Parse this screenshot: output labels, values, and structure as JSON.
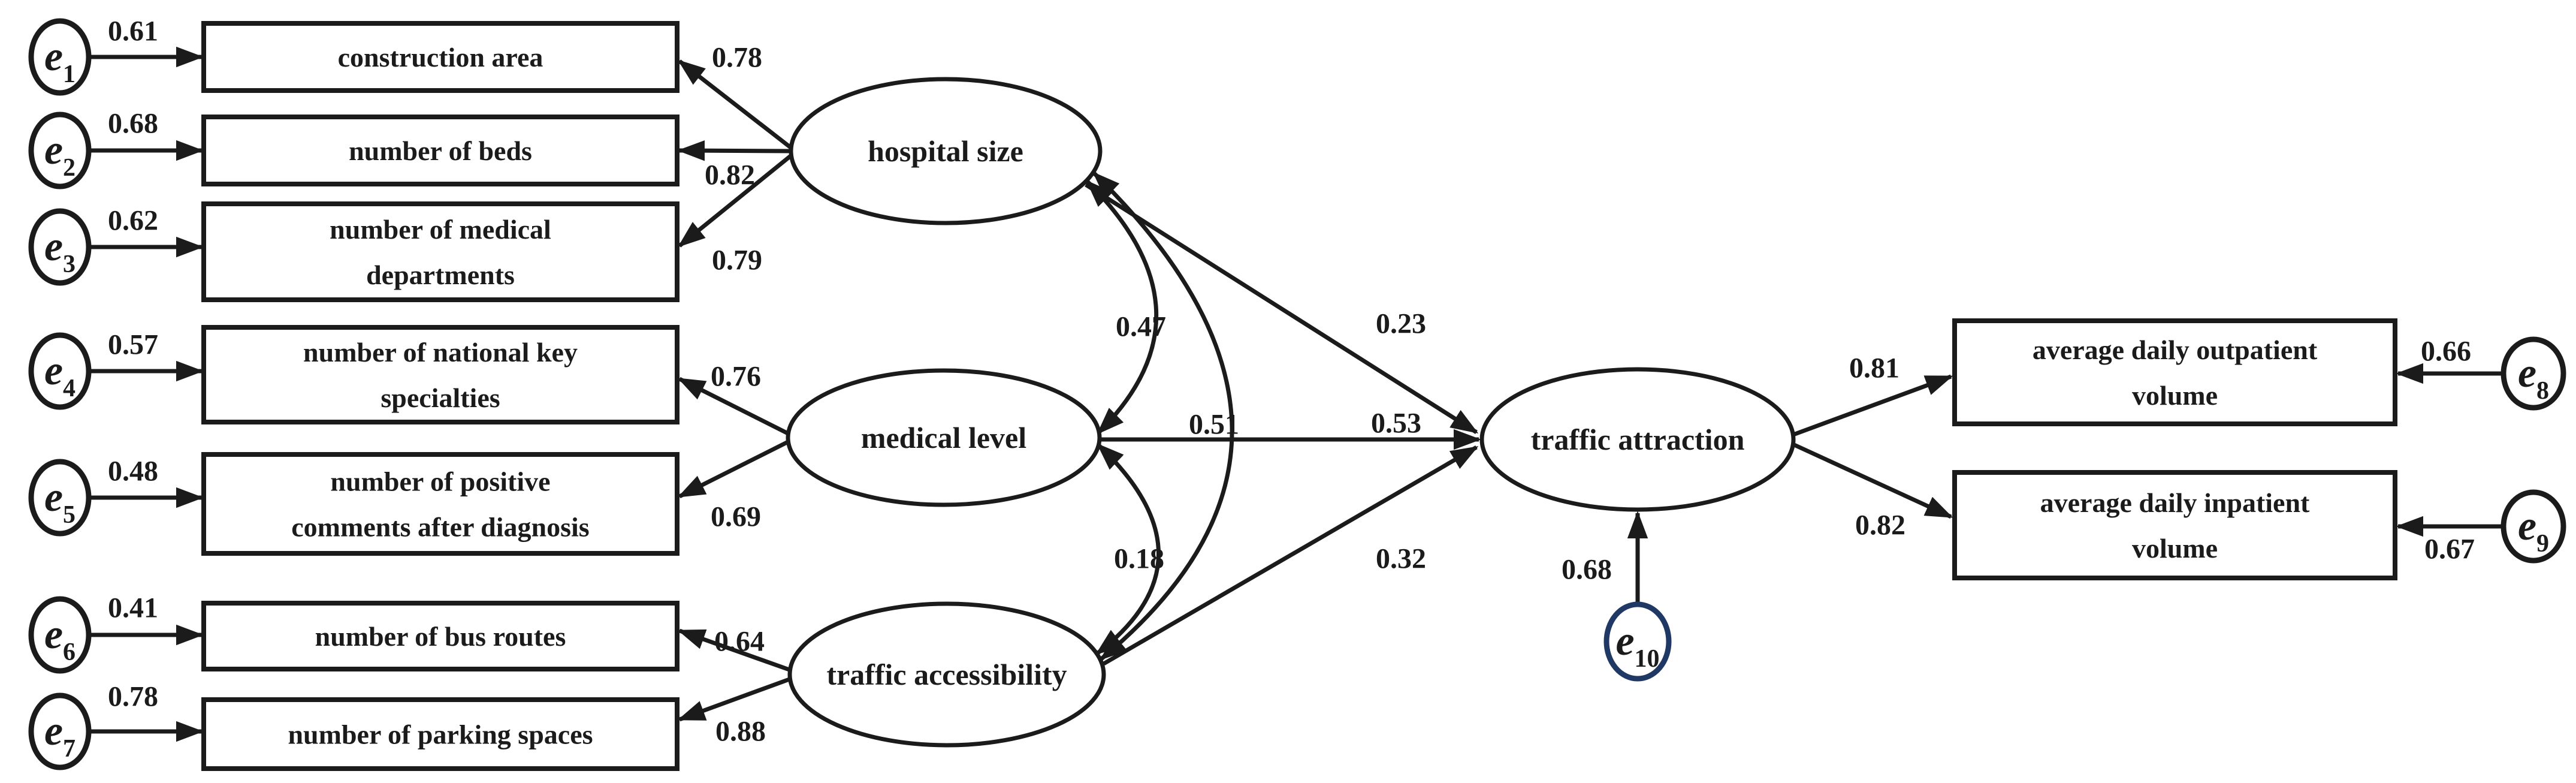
{
  "figure": {
    "kind": "structural-equation-model-path-diagram",
    "background": "#ffffff",
    "ink_color": "#1b1b1b",
    "e10_stroke_color": "#1f3864",
    "latent_variables": [
      {
        "id": "hospital_size",
        "label": "hospital size"
      },
      {
        "id": "medical_level",
        "label": "medical level"
      },
      {
        "id": "traffic_accessibility",
        "label": "traffic accessibility"
      },
      {
        "id": "traffic_attraction",
        "label": "traffic attraction"
      }
    ],
    "observed_variables": [
      {
        "id": "x1",
        "lines": [
          "construction area"
        ]
      },
      {
        "id": "x2",
        "lines": [
          "number of beds"
        ]
      },
      {
        "id": "x3",
        "lines": [
          "number of medical",
          "departments"
        ]
      },
      {
        "id": "x4",
        "lines": [
          "number of national key",
          "specialties"
        ]
      },
      {
        "id": "x5",
        "lines": [
          "number of positive",
          "comments after diagnosis"
        ]
      },
      {
        "id": "x6",
        "lines": [
          "number of bus routes"
        ]
      },
      {
        "id": "x7",
        "lines": [
          "number of parking spaces"
        ]
      },
      {
        "id": "y1",
        "lines": [
          "average daily outpatient",
          "volume"
        ]
      },
      {
        "id": "y2",
        "lines": [
          "average daily inpatient",
          "volume"
        ]
      }
    ],
    "error_terms": [
      {
        "id": "e1",
        "symbol": "e",
        "subscript": "1",
        "to": "x1",
        "value": "0.61"
      },
      {
        "id": "e2",
        "symbol": "e",
        "subscript": "2",
        "to": "x2",
        "value": "0.68"
      },
      {
        "id": "e3",
        "symbol": "e",
        "subscript": "3",
        "to": "x3",
        "value": "0.62"
      },
      {
        "id": "e4",
        "symbol": "e",
        "subscript": "4",
        "to": "x4",
        "value": "0.57"
      },
      {
        "id": "e5",
        "symbol": "e",
        "subscript": "5",
        "to": "x5",
        "value": "0.48"
      },
      {
        "id": "e6",
        "symbol": "e",
        "subscript": "6",
        "to": "x6",
        "value": "0.41"
      },
      {
        "id": "e7",
        "symbol": "e",
        "subscript": "7",
        "to": "x7",
        "value": "0.78"
      },
      {
        "id": "e8",
        "symbol": "e",
        "subscript": "8",
        "to": "y1",
        "value": "0.66"
      },
      {
        "id": "e9",
        "symbol": "e",
        "subscript": "9",
        "to": "y2",
        "value": "0.67"
      },
      {
        "id": "e10",
        "symbol": "e",
        "subscript": "10",
        "to": "traffic_attraction",
        "value": "0.68"
      }
    ],
    "factor_loadings": [
      {
        "from": "hospital_size",
        "to": "x1",
        "value": "0.78"
      },
      {
        "from": "hospital_size",
        "to": "x2",
        "value": "0.82"
      },
      {
        "from": "hospital_size",
        "to": "x3",
        "value": "0.79"
      },
      {
        "from": "medical_level",
        "to": "x4",
        "value": "0.76"
      },
      {
        "from": "medical_level",
        "to": "x5",
        "value": "0.69"
      },
      {
        "from": "traffic_accessibility",
        "to": "x6",
        "value": "0.64"
      },
      {
        "from": "traffic_accessibility",
        "to": "x7",
        "value": "0.88"
      },
      {
        "from": "traffic_attraction",
        "to": "y1",
        "value": "0.81"
      },
      {
        "from": "traffic_attraction",
        "to": "y2",
        "value": "0.82"
      }
    ],
    "structural_paths": [
      {
        "from": "hospital_size",
        "to": "traffic_attraction",
        "value": "0.23"
      },
      {
        "from": "medical_level",
        "to": "traffic_attraction",
        "value": "0.53"
      },
      {
        "from": "traffic_accessibility",
        "to": "traffic_attraction",
        "value": "0.32"
      }
    ],
    "covariances": [
      {
        "between": [
          "hospital_size",
          "medical_level"
        ],
        "value": "0.47"
      },
      {
        "between": [
          "hospital_size",
          "traffic_accessibility"
        ],
        "value": "0.51"
      },
      {
        "between": [
          "medical_level",
          "traffic_accessibility"
        ],
        "value": "0.18"
      }
    ]
  }
}
